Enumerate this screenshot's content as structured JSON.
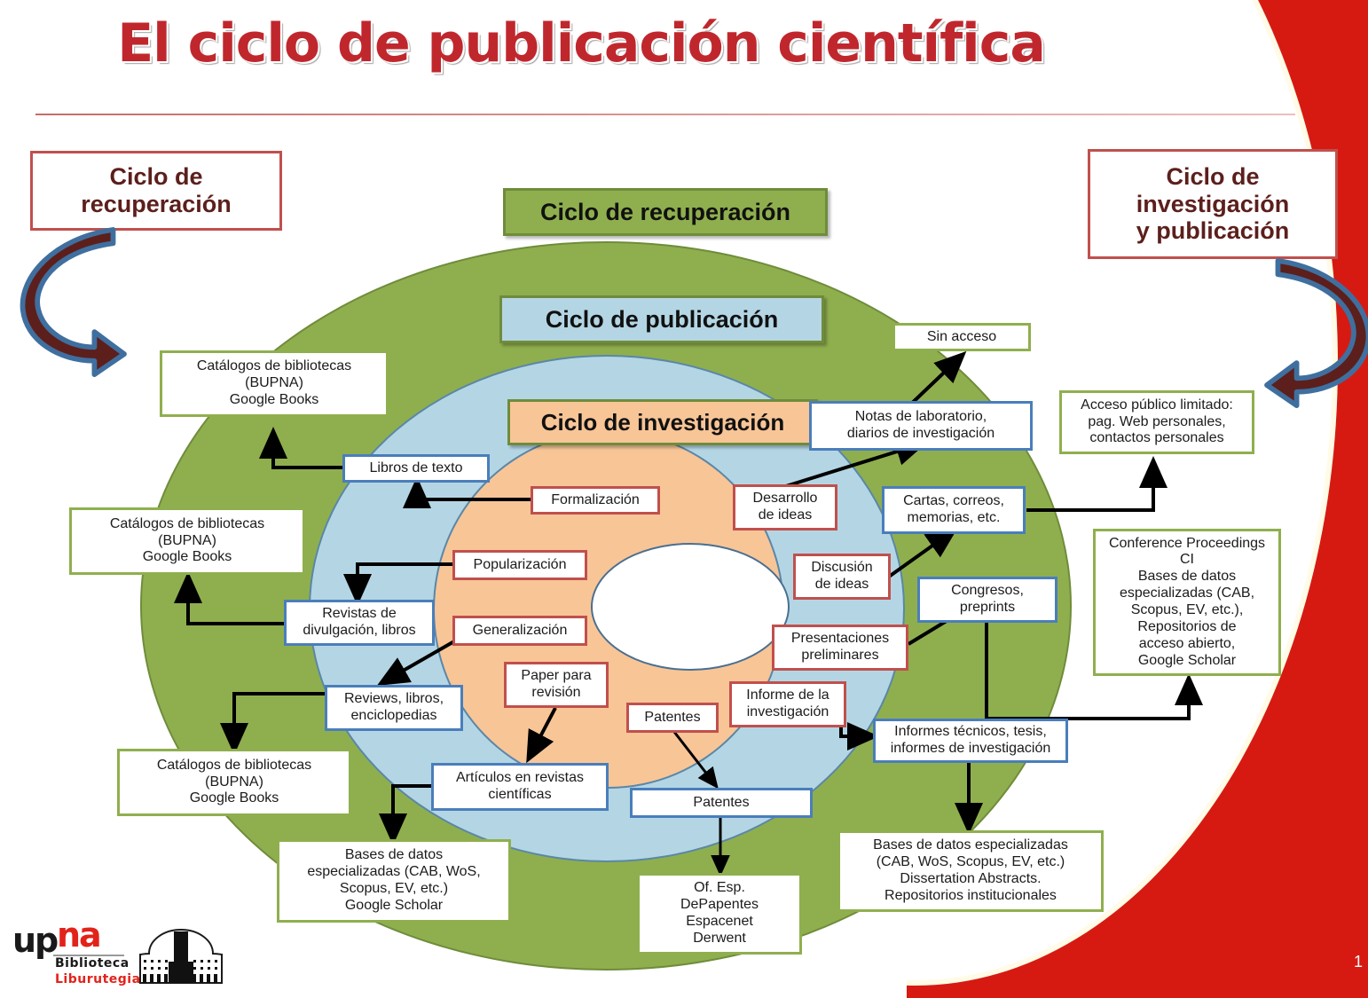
{
  "title": "El ciclo de publicación científica",
  "callouts": {
    "left": "Ciclo de\nrecuperación",
    "right": "Ciclo de\ninvestigación\ny publicación"
  },
  "banners": {
    "recuperacion": "Ciclo de recuperación",
    "publicacion": "Ciclo de publicación",
    "investigacion": "Ciclo de investigación"
  },
  "nodes": {
    "catalogos_1": "Catálogos de bibliotecas\n(BUPNA)\nGoogle Books",
    "catalogos_2": "Catálogos de bibliotecas\n(BUPNA)\nGoogle Books",
    "catalogos_3": "Catálogos de bibliotecas\n(BUPNA)\nGoogle Books",
    "libros_de_texto": "Libros de texto",
    "revistas_divulgacion": "Revistas de\ndivulgación, libros",
    "reviews_libros": "Reviews, libros,\nenciclopedias",
    "articulos_revistas": "Artículos en revistas\ncientíficas",
    "bases_datos_izq": "Bases de datos\nespecializadas (CAB, WoS,\nScopus, EV, etc.)\nGoogle Scholar",
    "formalizacion": "Formalización",
    "popularizacion": "Popularización",
    "generalizacion": "Generalización",
    "paper_revision": "Paper para\nrevisión",
    "patentes_int": "Patentes",
    "patentes_ext": "Patentes",
    "of_esp": "Of. Esp.\nDePapentes\nEspacenet\nDerwent",
    "desarrollo_ideas": "Desarrollo\nde ideas",
    "discusion_ideas": "Discusión\nde ideas",
    "presentaciones": "Presentaciones\npreliminares",
    "informe_investigacion": "Informe de la\ninvestigación",
    "notas_laboratorio": "Notas de laboratorio,\ndiarios de investigación",
    "cartas_correos": "Cartas, correos,\nmemorias, etc.",
    "congresos_preprints": "Congresos,\npreprints",
    "informes_tecnicos": "Informes técnicos, tesis,\ninformes de investigación",
    "sin_acceso": "Sin acceso",
    "acceso_publico": "Acceso público limitado:\npag. Web personales,\ncontactos personales",
    "conference_proceedings": "Conference Proceedings CI\nBases de datos\nespecializadas (CAB,\nScopus, EV, etc.),\nRepositorios de\nacceso abierto,\nGoogle Scholar",
    "bases_datos_der": "Bases de datos especializadas\n(CAB, WoS, Scopus, EV, etc.)\nDissertation Abstracts.\nRepositorios institucionales"
  },
  "logo": {
    "up": "up",
    "na": "na",
    "biblioteca": "Biblioteca",
    "liburutegia": "Liburutegia"
  },
  "colors": {
    "title_red": "#c0272d",
    "ring_green": "#8faf4e",
    "ring_blue": "#b4d6e4",
    "ring_orange": "#f8c597",
    "box_blue_border": "#4a7ebb",
    "box_red_border": "#c0504d",
    "box_green_border": "#8faf4e",
    "accent_red": "#d61a12",
    "arrow_fill": "#5c1f1c",
    "arrow_stroke": "#3f6f9f"
  },
  "page_number": "1"
}
